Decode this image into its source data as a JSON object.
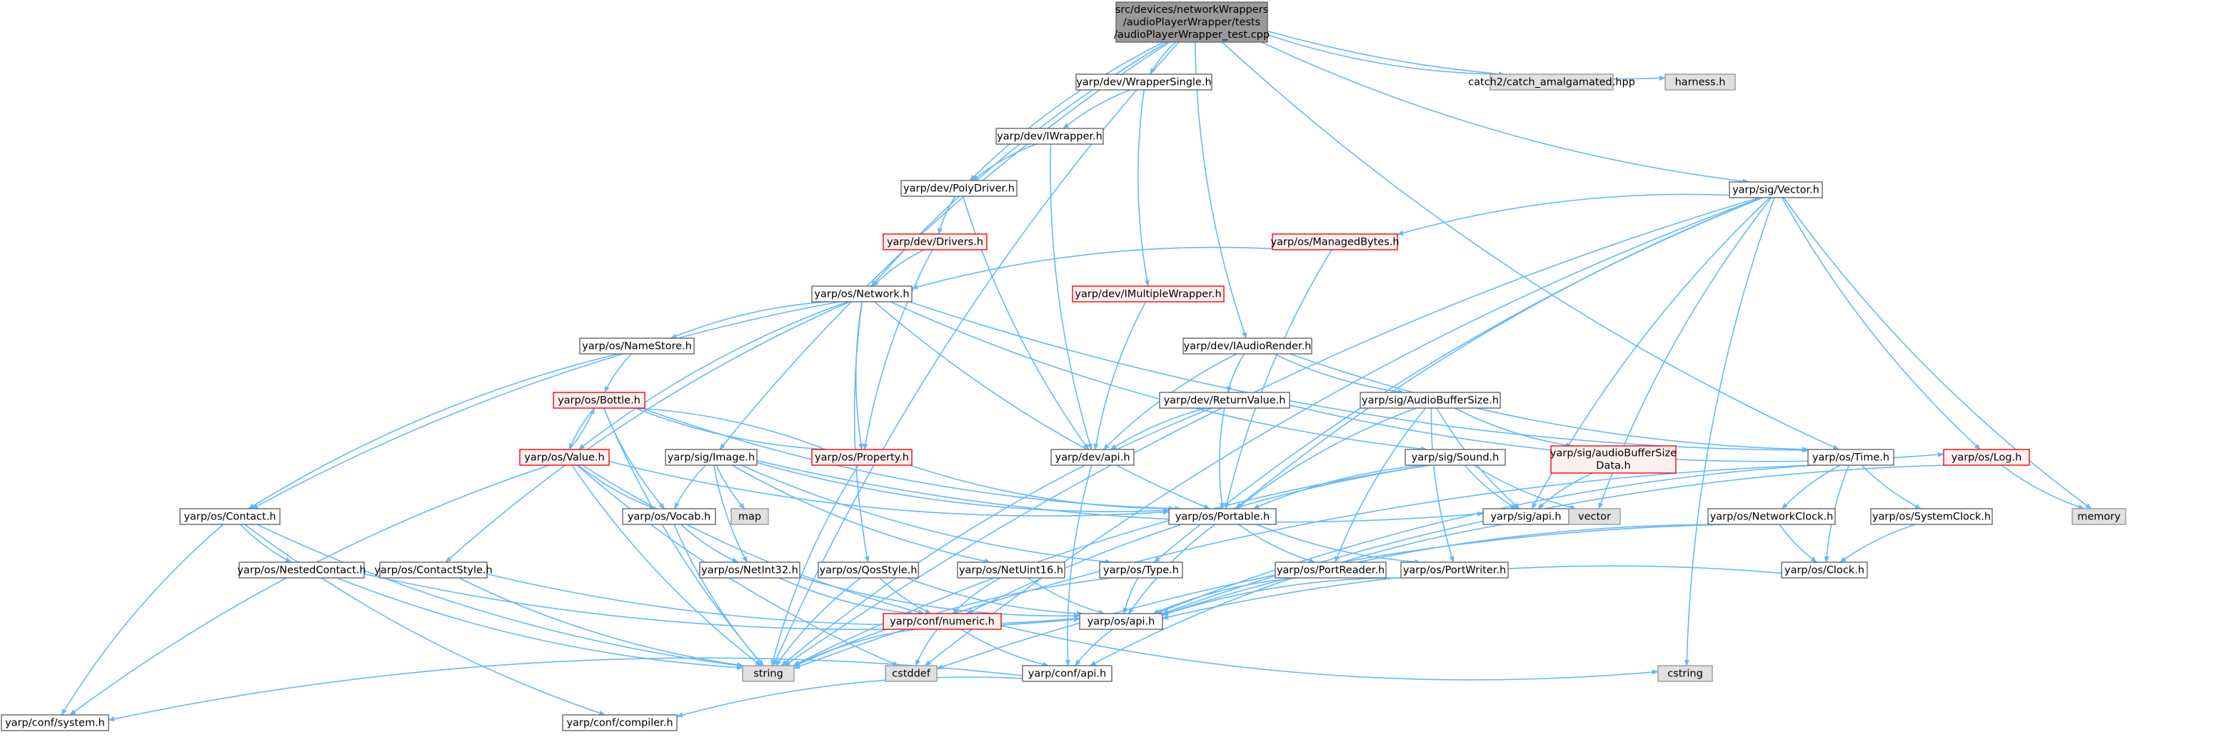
{
  "colors": {
    "root_fill": "#999999",
    "root_border": "#666666",
    "normal_fill": "#ffffff",
    "normal_border": "#666666",
    "truncated_fill": "#fff0f0",
    "truncated_border": "#ff0000",
    "external_fill": "#e0e0e0",
    "external_border": "#999999",
    "edge": "#63b8ff"
  },
  "nodes": [
    {
      "id": "root",
      "kind": "root",
      "lines": [
        "src/devices/networkWrappers",
        "/audioPlayerWrapper/tests",
        "/audioPlayerWrapper_test.cpp"
      ]
    },
    {
      "id": "WrapperSingle",
      "kind": "normal",
      "lines": [
        "yarp/dev/WrapperSingle.h"
      ]
    },
    {
      "id": "catch2",
      "kind": "external",
      "lines": [
        "catch2/catch_amalgamated.hpp"
      ]
    },
    {
      "id": "harness",
      "kind": "external",
      "lines": [
        "harness.h"
      ]
    },
    {
      "id": "IWrapper",
      "kind": "normal",
      "lines": [
        "yarp/dev/IWrapper.h"
      ]
    },
    {
      "id": "PolyDriver",
      "kind": "normal",
      "lines": [
        "yarp/dev/PolyDriver.h"
      ]
    },
    {
      "id": "SigVector",
      "kind": "normal",
      "lines": [
        "yarp/sig/Vector.h"
      ]
    },
    {
      "id": "Drivers",
      "kind": "truncated",
      "lines": [
        "yarp/dev/Drivers.h"
      ]
    },
    {
      "id": "ManagedBytes",
      "kind": "truncated",
      "lines": [
        "yarp/os/ManagedBytes.h"
      ]
    },
    {
      "id": "Network",
      "kind": "normal",
      "lines": [
        "yarp/os/Network.h"
      ]
    },
    {
      "id": "IMultipleWrapper",
      "kind": "truncated",
      "lines": [
        "yarp/dev/IMultipleWrapper.h"
      ]
    },
    {
      "id": "NameStore",
      "kind": "normal",
      "lines": [
        "yarp/os/NameStore.h"
      ]
    },
    {
      "id": "IAudioRender",
      "kind": "normal",
      "lines": [
        "yarp/dev/IAudioRender.h"
      ]
    },
    {
      "id": "Bottle",
      "kind": "truncated",
      "lines": [
        "yarp/os/Bottle.h"
      ]
    },
    {
      "id": "ReturnValue",
      "kind": "normal",
      "lines": [
        "yarp/dev/ReturnValue.h"
      ]
    },
    {
      "id": "AudioBufferSize",
      "kind": "normal",
      "lines": [
        "yarp/sig/AudioBufferSize.h"
      ]
    },
    {
      "id": "Value",
      "kind": "truncated",
      "lines": [
        "yarp/os/Value.h"
      ]
    },
    {
      "id": "SigImage",
      "kind": "normal",
      "lines": [
        "yarp/sig/Image.h"
      ]
    },
    {
      "id": "Property",
      "kind": "truncated",
      "lines": [
        "yarp/os/Property.h"
      ]
    },
    {
      "id": "DevApi",
      "kind": "normal",
      "lines": [
        "yarp/dev/api.h"
      ]
    },
    {
      "id": "Sound",
      "kind": "normal",
      "lines": [
        "yarp/sig/Sound.h"
      ]
    },
    {
      "id": "AudioBufferSizeData",
      "kind": "truncated",
      "lines": [
        "yarp/sig/audioBufferSize",
        "Data.h"
      ]
    },
    {
      "id": "Time",
      "kind": "normal",
      "lines": [
        "yarp/os/Time.h"
      ]
    },
    {
      "id": "Log",
      "kind": "truncated",
      "lines": [
        "yarp/os/Log.h"
      ]
    },
    {
      "id": "Contact",
      "kind": "normal",
      "lines": [
        "yarp/os/Contact.h"
      ]
    },
    {
      "id": "map",
      "kind": "external",
      "lines": [
        "map"
      ]
    },
    {
      "id": "Vocab",
      "kind": "normal",
      "lines": [
        "yarp/os/Vocab.h"
      ]
    },
    {
      "id": "Portable",
      "kind": "normal",
      "lines": [
        "yarp/os/Portable.h"
      ]
    },
    {
      "id": "SigApi",
      "kind": "normal",
      "lines": [
        "yarp/sig/api.h"
      ]
    },
    {
      "id": "vector",
      "kind": "external",
      "lines": [
        "vector"
      ]
    },
    {
      "id": "NetworkClock",
      "kind": "normal",
      "lines": [
        "yarp/os/NetworkClock.h"
      ]
    },
    {
      "id": "SystemClock",
      "kind": "normal",
      "lines": [
        "yarp/os/SystemClock.h"
      ]
    },
    {
      "id": "memory",
      "kind": "external",
      "lines": [
        "memory"
      ]
    },
    {
      "id": "NestedContact",
      "kind": "normal",
      "lines": [
        "yarp/os/NestedContact.h"
      ]
    },
    {
      "id": "ContactStyle",
      "kind": "normal",
      "lines": [
        "yarp/os/ContactStyle.h"
      ]
    },
    {
      "id": "NetInt32",
      "kind": "normal",
      "lines": [
        "yarp/os/NetInt32.h"
      ]
    },
    {
      "id": "QosStyle",
      "kind": "normal",
      "lines": [
        "yarp/os/QosStyle.h"
      ]
    },
    {
      "id": "NetUint16",
      "kind": "normal",
      "lines": [
        "yarp/os/NetUint16.h"
      ]
    },
    {
      "id": "OsType",
      "kind": "normal",
      "lines": [
        "yarp/os/Type.h"
      ]
    },
    {
      "id": "PortReader",
      "kind": "normal",
      "lines": [
        "yarp/os/PortReader.h"
      ]
    },
    {
      "id": "PortWriter",
      "kind": "normal",
      "lines": [
        "yarp/os/PortWriter.h"
      ]
    },
    {
      "id": "Clock",
      "kind": "normal",
      "lines": [
        "yarp/os/Clock.h"
      ]
    },
    {
      "id": "ConfNumeric",
      "kind": "truncated",
      "lines": [
        "yarp/conf/numeric.h"
      ]
    },
    {
      "id": "OsApi",
      "kind": "normal",
      "lines": [
        "yarp/os/api.h"
      ]
    },
    {
      "id": "string",
      "kind": "external",
      "lines": [
        "string"
      ]
    },
    {
      "id": "cstddef",
      "kind": "external",
      "lines": [
        "cstddef"
      ]
    },
    {
      "id": "ConfApi",
      "kind": "normal",
      "lines": [
        "yarp/conf/api.h"
      ]
    },
    {
      "id": "cstring",
      "kind": "external",
      "lines": [
        "cstring"
      ]
    },
    {
      "id": "ConfSystem",
      "kind": "normal",
      "lines": [
        "yarp/conf/system.h"
      ]
    },
    {
      "id": "ConfCompiler",
      "kind": "normal",
      "lines": [
        "yarp/conf/compiler.h"
      ]
    }
  ],
  "edges": [
    [
      "root",
      "WrapperSingle"
    ],
    [
      "root",
      "catch2"
    ],
    [
      "root",
      "harness"
    ],
    [
      "root",
      "PolyDriver"
    ],
    [
      "root",
      "SigVector"
    ],
    [
      "root",
      "Network"
    ],
    [
      "root",
      "IAudioRender"
    ],
    [
      "root",
      "SigImage"
    ],
    [
      "root",
      "Time"
    ],
    [
      "root",
      "string"
    ],
    [
      "WrapperSingle",
      "IWrapper"
    ],
    [
      "WrapperSingle",
      "IMultipleWrapper"
    ],
    [
      "IWrapper",
      "PolyDriver"
    ],
    [
      "IWrapper",
      "DevApi"
    ],
    [
      "PolyDriver",
      "Drivers"
    ],
    [
      "PolyDriver",
      "DevApi"
    ],
    [
      "Drivers",
      "Network"
    ],
    [
      "Drivers",
      "Property"
    ],
    [
      "IMultipleWrapper",
      "DevApi"
    ],
    [
      "SigVector",
      "ManagedBytes"
    ],
    [
      "SigVector",
      "Portable"
    ],
    [
      "SigVector",
      "SigApi"
    ],
    [
      "SigVector",
      "vector"
    ],
    [
      "SigVector",
      "Log"
    ],
    [
      "SigVector",
      "memory"
    ],
    [
      "SigVector",
      "string"
    ],
    [
      "SigVector",
      "cstring"
    ],
    [
      "SigVector",
      "cstddef"
    ],
    [
      "SigVector",
      "OsType"
    ],
    [
      "ManagedBytes",
      "Network"
    ],
    [
      "ManagedBytes",
      "Portable"
    ],
    [
      "Network",
      "NameStore"
    ],
    [
      "Network",
      "Contact"
    ],
    [
      "Network",
      "Value"
    ],
    [
      "Network",
      "Property"
    ],
    [
      "Network",
      "Portable"
    ],
    [
      "Network",
      "ContactStyle"
    ],
    [
      "Network",
      "QosStyle"
    ],
    [
      "Network",
      "Time"
    ],
    [
      "Network",
      "Sound"
    ],
    [
      "NameStore",
      "Bottle"
    ],
    [
      "NameStore",
      "Contact"
    ],
    [
      "IAudioRender",
      "ReturnValue"
    ],
    [
      "IAudioRender",
      "AudioBufferSize"
    ],
    [
      "IAudioRender",
      "DevApi"
    ],
    [
      "IAudioRender",
      "Time"
    ],
    [
      "ReturnValue",
      "DevApi"
    ],
    [
      "ReturnValue",
      "Portable"
    ],
    [
      "ReturnValue",
      "Log"
    ],
    [
      "ReturnValue",
      "string"
    ],
    [
      "AudioBufferSize",
      "AudioBufferSizeData"
    ],
    [
      "AudioBufferSize",
      "Portable"
    ],
    [
      "AudioBufferSize",
      "SigApi"
    ],
    [
      "AudioBufferSize",
      "PortReader"
    ],
    [
      "AudioBufferSize",
      "PortWriter"
    ],
    [
      "AudioBufferSizeData",
      "SigApi"
    ],
    [
      "Bottle",
      "Value"
    ],
    [
      "Bottle",
      "Property"
    ],
    [
      "Bottle",
      "Vocab"
    ],
    [
      "Bottle",
      "Portable"
    ],
    [
      "Bottle",
      "string"
    ],
    [
      "Value",
      "Bottle"
    ],
    [
      "Value",
      "Vocab"
    ],
    [
      "Value",
      "Portable"
    ],
    [
      "Value",
      "string"
    ],
    [
      "Value",
      "ConfNumeric"
    ],
    [
      "Value",
      "cstddef"
    ],
    [
      "Value",
      "ConfSystem"
    ],
    [
      "Property",
      "Bottle"
    ],
    [
      "Property",
      "Portable"
    ],
    [
      "Property",
      "string"
    ],
    [
      "SigImage",
      "Portable"
    ],
    [
      "SigImage",
      "Vocab"
    ],
    [
      "SigImage",
      "map"
    ],
    [
      "SigImage",
      "NetInt32"
    ],
    [
      "SigImage",
      "NetUint16"
    ],
    [
      "SigImage",
      "OsType"
    ],
    [
      "SigImage",
      "SigApi"
    ],
    [
      "DevApi",
      "ConfApi"
    ],
    [
      "Sound",
      "Portable"
    ],
    [
      "Sound",
      "SigApi"
    ],
    [
      "Sound",
      "vector"
    ],
    [
      "Sound",
      "ConfNumeric"
    ],
    [
      "Sound",
      "string"
    ],
    [
      "Time",
      "NetworkClock"
    ],
    [
      "Time",
      "SystemClock"
    ],
    [
      "Time",
      "Clock"
    ],
    [
      "Time",
      "OsApi"
    ],
    [
      "Time",
      "string"
    ],
    [
      "Log",
      "memory"
    ],
    [
      "Log",
      "OsApi"
    ],
    [
      "Contact",
      "NestedContact"
    ],
    [
      "Contact",
      "string"
    ],
    [
      "Contact",
      "ConfSystem"
    ],
    [
      "Contact",
      "ConfCompiler"
    ],
    [
      "NestedContact",
      "OsApi"
    ],
    [
      "NestedContact",
      "string"
    ],
    [
      "ContactStyle",
      "OsApi"
    ],
    [
      "ContactStyle",
      "string"
    ],
    [
      "Vocab",
      "NetInt32"
    ],
    [
      "Vocab",
      "string"
    ],
    [
      "NetInt32",
      "ConfNumeric"
    ],
    [
      "NetInt32",
      "OsApi"
    ],
    [
      "NetUint16",
      "ConfNumeric"
    ],
    [
      "NetUint16",
      "OsApi"
    ],
    [
      "QosStyle",
      "ConfNumeric"
    ],
    [
      "QosStyle",
      "OsApi"
    ],
    [
      "QosStyle",
      "string"
    ],
    [
      "Portable",
      "PortReader"
    ],
    [
      "Portable",
      "PortWriter"
    ],
    [
      "Portable",
      "OsApi"
    ],
    [
      "OsType",
      "OsApi"
    ],
    [
      "OsType",
      "string"
    ],
    [
      "PortReader",
      "OsApi"
    ],
    [
      "PortWriter",
      "OsApi"
    ],
    [
      "NetworkClock",
      "Clock"
    ],
    [
      "NetworkClock",
      "OsApi"
    ],
    [
      "NetworkClock",
      "cstddef"
    ],
    [
      "SystemClock",
      "Clock"
    ],
    [
      "Clock",
      "OsApi"
    ],
    [
      "SigApi",
      "ConfApi"
    ],
    [
      "ConfNumeric",
      "ConfApi"
    ],
    [
      "ConfNumeric",
      "string"
    ],
    [
      "ConfNumeric",
      "cstring"
    ],
    [
      "ConfNumeric",
      "cstddef"
    ],
    [
      "OsApi",
      "ConfApi"
    ],
    [
      "ConfApi",
      "ConfSystem"
    ],
    [
      "ConfApi",
      "ConfCompiler"
    ]
  ]
}
